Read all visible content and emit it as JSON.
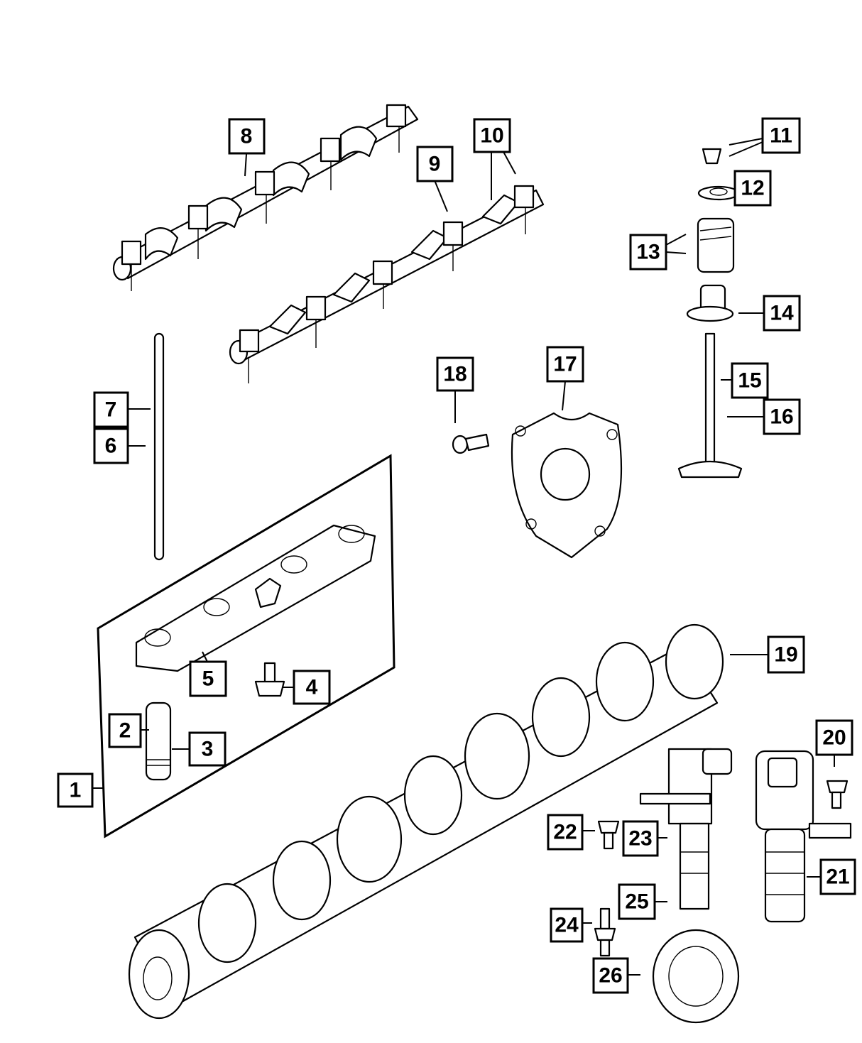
{
  "callouts": [
    {
      "id": "1",
      "label": "1"
    },
    {
      "id": "2",
      "label": "2"
    },
    {
      "id": "3",
      "label": "3"
    },
    {
      "id": "4",
      "label": "4"
    },
    {
      "id": "5",
      "label": "5"
    },
    {
      "id": "6",
      "label": "6"
    },
    {
      "id": "7",
      "label": "7"
    },
    {
      "id": "8",
      "label": "8"
    },
    {
      "id": "9",
      "label": "9"
    },
    {
      "id": "10",
      "label": "10"
    },
    {
      "id": "11",
      "label": "11"
    },
    {
      "id": "12",
      "label": "12"
    },
    {
      "id": "13",
      "label": "13"
    },
    {
      "id": "14",
      "label": "14"
    },
    {
      "id": "15",
      "label": "15"
    },
    {
      "id": "16",
      "label": "16"
    },
    {
      "id": "17",
      "label": "17"
    },
    {
      "id": "18",
      "label": "18"
    },
    {
      "id": "19",
      "label": "19"
    },
    {
      "id": "20",
      "label": "20"
    },
    {
      "id": "21",
      "label": "21"
    },
    {
      "id": "22",
      "label": "22"
    },
    {
      "id": "23",
      "label": "23"
    },
    {
      "id": "24",
      "label": "24"
    },
    {
      "id": "25",
      "label": "25"
    },
    {
      "id": "26",
      "label": "26"
    }
  ],
  "colors": {
    "line": "#000000",
    "background": "#ffffff"
  }
}
